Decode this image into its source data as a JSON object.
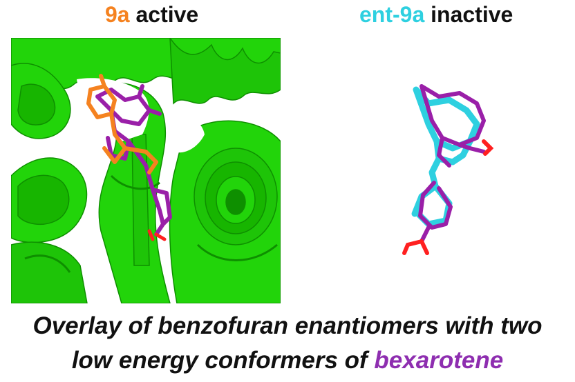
{
  "left_panel": {
    "title_highlight": "9a",
    "title_rest": " active",
    "colors": {
      "highlight": "#F58220",
      "protein": "#22D40A",
      "ligand_9a": "#F58220",
      "bexarotene": "#9A1FA8",
      "oxygen": "#FF2020"
    }
  },
  "right_panel": {
    "title_highlight": "ent-9a",
    "title_rest": " inactive",
    "colors": {
      "highlight": "#2ED0E0",
      "ligand_ent_9a": "#2ED0E0",
      "bexarotene": "#9A1FA8",
      "oxygen": "#FF2020"
    }
  },
  "caption": {
    "line1": "Overlay of benzofuran enantiomers with two",
    "line2_prefix": "low energy conformers of ",
    "line2_highlight": "bexarotene",
    "highlight_color": "#8E2EB0"
  }
}
